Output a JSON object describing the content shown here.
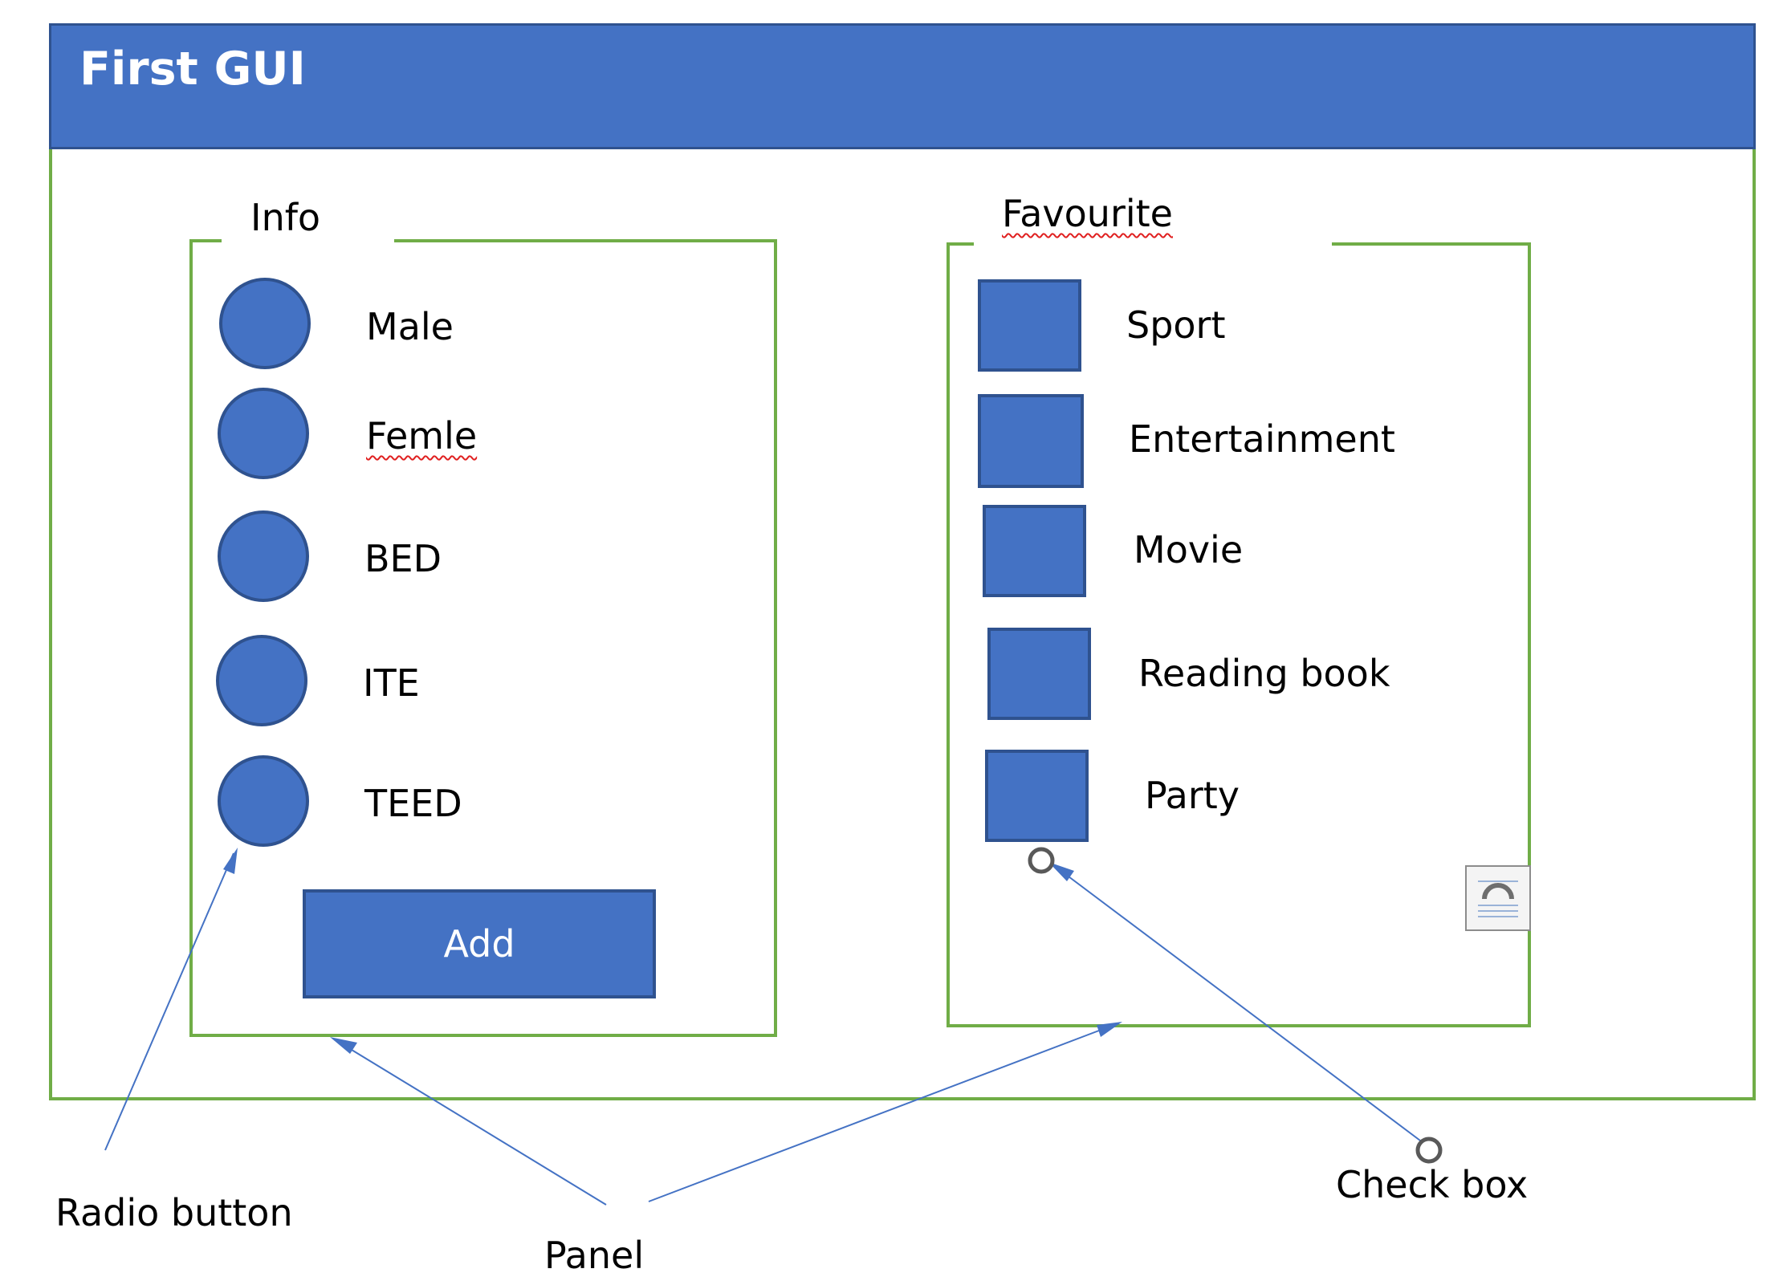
{
  "window": {
    "title": "First GUI"
  },
  "info_panel": {
    "title": "Info",
    "options": [
      {
        "label": "Male",
        "spellcheck": false
      },
      {
        "label": "Femle",
        "spellcheck": true
      },
      {
        "label": "BED",
        "spellcheck": false
      },
      {
        "label": "ITE",
        "spellcheck": false
      },
      {
        "label": "TEED",
        "spellcheck": false
      }
    ],
    "button_label": "Add"
  },
  "favourite_panel": {
    "title": "Favourite",
    "options": [
      {
        "label": "Sport"
      },
      {
        "label": "Entertainment"
      },
      {
        "label": "Movie"
      },
      {
        "label": "Reading book"
      },
      {
        "label": "Party"
      }
    ]
  },
  "annotations": {
    "radio_button": "Radio button",
    "panel": "Panel",
    "check_box": "Check box"
  },
  "colors": {
    "control_fill": "#4472c4",
    "control_border": "#2f528f",
    "frame_green": "#70ad47",
    "arrow": "#4472c4",
    "spellcheck_underline": "#e02020"
  }
}
